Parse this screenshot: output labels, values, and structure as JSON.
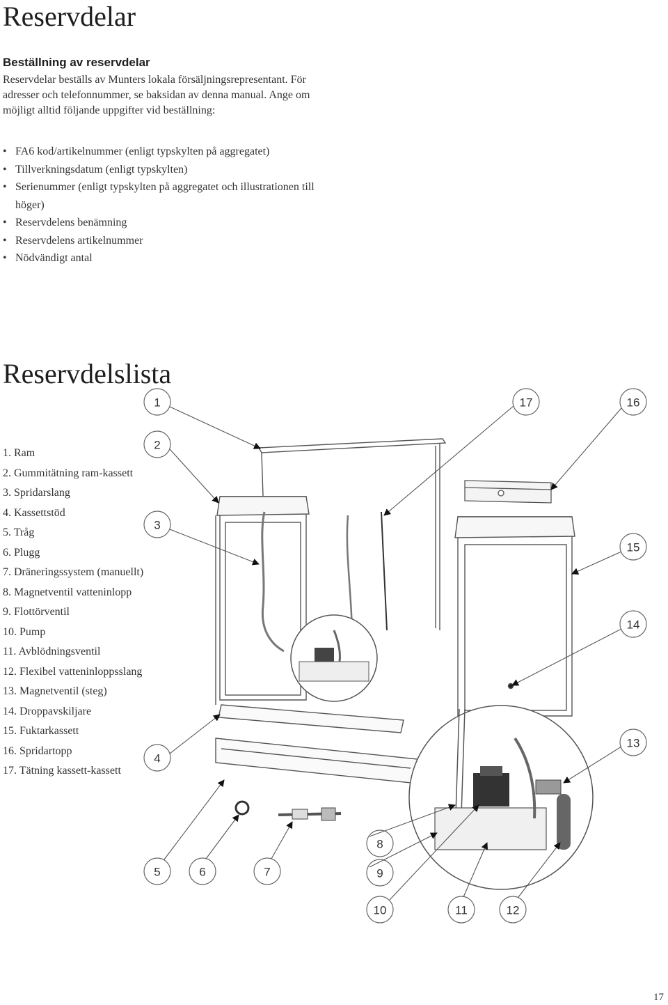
{
  "title": "Reservdelar",
  "ordering": {
    "heading": "Beställning av reservdelar",
    "text": "Reservdelar beställs av Munters lokala försäljningsrepresentant. För adresser och telefonnummer, se baksidan av denna manual. Ange om möjligt alltid följande uppgifter vid beställning:",
    "bullets": [
      "FA6 kod/artikelnummer (enligt typskylten på aggregatet)",
      "Tillverkningsdatum (enligt typskylten)",
      "Serienummer (enligt typskylten på aggregatet och illustrationen till höger)",
      "Reservdelens benämning",
      "Reservdelens artikelnummer",
      "Nödvändigt antal"
    ]
  },
  "parts_list": {
    "heading": "Reservdelslista",
    "items": [
      "1. Ram",
      "2. Gummitätning ram-kassett",
      "3. Spridarslang",
      "4. Kassettstöd",
      "5. Tråg",
      "6. Plugg",
      "7. Dräneringssystem (manuellt)",
      "8. Magnetventil vatteninlopp",
      "9. Flottörventil",
      "10. Pump",
      "11. Avblödningsventil",
      "12. Flexibel vatteninloppsslang",
      "13. Magnetventil (steg)",
      "14. Droppavskiljare",
      "15. Fuktarkassett",
      "16. Spridartopp",
      "17. Tätning kassett-kassett"
    ]
  },
  "diagram": {
    "callouts": [
      "1",
      "2",
      "3",
      "4",
      "5",
      "6",
      "7",
      "8",
      "9",
      "10",
      "11",
      "12",
      "13",
      "14",
      "15",
      "16",
      "17"
    ]
  },
  "page_number": "17",
  "colors": {
    "text": "#333333",
    "line": "#555555"
  }
}
